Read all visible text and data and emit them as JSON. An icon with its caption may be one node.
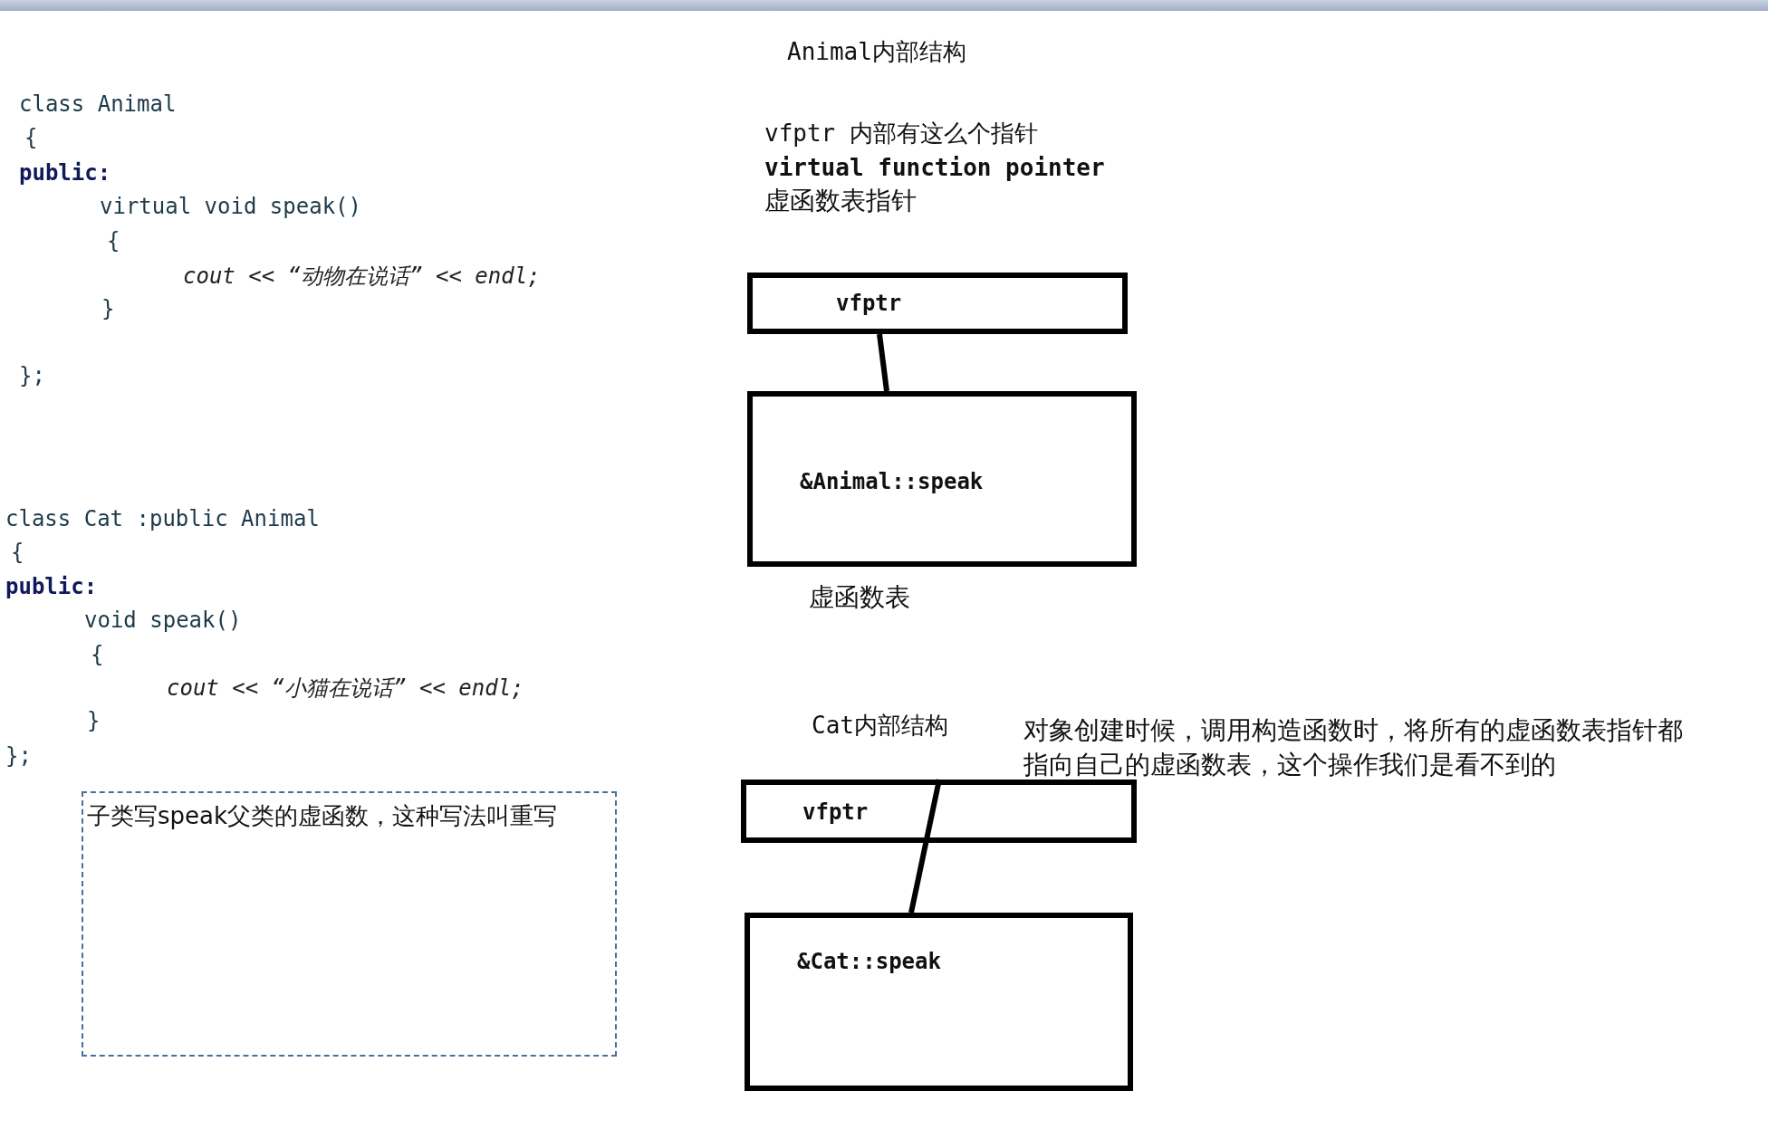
{
  "diagram": {
    "nodes": [
      {
        "text": [
          "vfptr"
        ]
      },
      {
        "text": [
          "&Animal::speak"
        ],
        "beside": [
          "虚函数表"
        ]
      },
      {
        "text": [
          "vfptr"
        ]
      },
      {
        "text": [
          "&Cat::speak"
        ]
      },
      {
        "text": [
          "子类写speak父类的虚函数，这种写法叫重写"
        ]
      }
    ],
    "edges": [
      {
        "from": 0,
        "to": 1,
        "arrow": "none"
      },
      {
        "from": 2,
        "to": 3,
        "arrow": "none"
      }
    ],
    "labels": [
      "class Animal",
      "{",
      "public:",
      "virtual void speak()",
      "{",
      "cout << “动物在说话” << endl;",
      "}",
      "};",
      "Animal内部结构",
      "vfptr 内部有这么个指针",
      "virtual function pointer",
      "虚函数表指针",
      "class Cat :public Animal",
      "{",
      "public:",
      "void speak()",
      "{",
      "cout << “小猫在说话” << endl;",
      "}",
      "};",
      "Cat内部结构",
      "对象创建时候，调用构造函数时，将所有的虚函数表指针都指向自己的虚函数表，这个操作我们是看不到的"
    ]
  }
}
